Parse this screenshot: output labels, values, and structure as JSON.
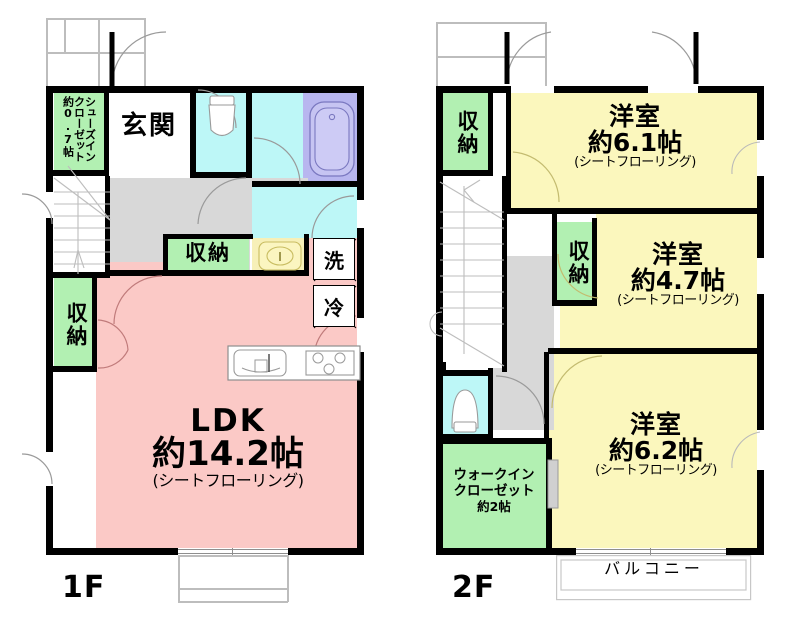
{
  "document": {
    "type": "japanese-floor-plan",
    "title": "間取り図",
    "floors": [
      {
        "id": "1f",
        "tag": "1F"
      },
      {
        "id": "2f",
        "tag": "2F"
      }
    ]
  },
  "colors": {
    "ldk_pink": "#fbc9c6",
    "bedroom_yellow": "#fbf7bd",
    "closet_green": "#b2f0b2",
    "water_cyan": "#bdf7f7",
    "bathtub_purple": "#b8b6ef",
    "corridor_grey": "#d8d8d8",
    "kitchen_cream": "#f7f0b8",
    "wall_black": "#000000",
    "hairline_grey": "#bdbdbd",
    "background": "#ffffff"
  },
  "floor1": {
    "tag": "1F",
    "rooms": {
      "shoes_in_closet": {
        "lines": [
          "シューズイン",
          "クローゼット",
          "約0.7帖"
        ],
        "col_right": "シューズイン",
        "col_mid": "クローゼット",
        "col_left": "約0.7帖",
        "area_jo": 0.7
      },
      "genkan": {
        "name": "玄関"
      },
      "toilet": {
        "icon": "toilet-icon"
      },
      "bath": {
        "icon": "bathtub-icon"
      },
      "storage_hall": {
        "name": "収納"
      },
      "storage_left": {
        "name": "収納"
      },
      "washer": {
        "name": "洗"
      },
      "fridge": {
        "name": "冷"
      },
      "kitchen": {
        "sink": "sink-icon",
        "stove": "stove-icon"
      },
      "ldk": {
        "name": "LDK",
        "size": "約14.2帖",
        "material": "(シートフローリング)",
        "area_jo": 14.2
      }
    }
  },
  "floor2": {
    "tag": "2F",
    "rooms": {
      "storage_top": {
        "name": "収納"
      },
      "storage_mid": {
        "name": "収納"
      },
      "bedroom_1": {
        "name": "洋室",
        "size": "約6.1帖",
        "material": "(シートフローリング)",
        "area_jo": 6.1
      },
      "bedroom_2": {
        "name": "洋室",
        "size": "約4.7帖",
        "material": "(シートフローリング)",
        "area_jo": 4.7
      },
      "bedroom_3": {
        "name": "洋室",
        "size": "約6.2帖",
        "material": "(シートフローリング)",
        "area_jo": 6.2
      },
      "toilet": {
        "icon": "toilet-icon"
      },
      "walk_in_closet": {
        "line1": "ウォークイン",
        "line2": "クローゼット",
        "line3": "約2帖",
        "area_jo": 2
      },
      "balcony": {
        "name": "バルコニー"
      }
    }
  }
}
